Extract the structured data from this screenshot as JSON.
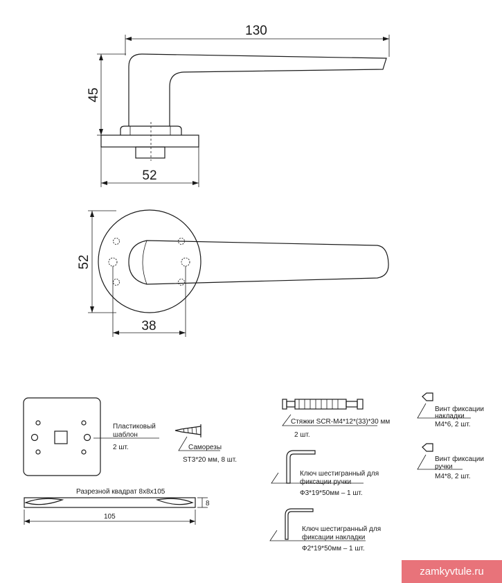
{
  "dimensions": {
    "top_width": "130",
    "top_height": "45",
    "top_base_width": "52",
    "front_height": "52",
    "front_width": "38"
  },
  "parts": {
    "template_title": "Пластиковый",
    "template_title_2": "шаблон",
    "template_qty": "2 шт.",
    "screws_title": "Саморезы",
    "screws_spec": "ST3*20 мм, 8 шт.",
    "square_title": "Разрезной квадрат 8х8х105",
    "square_height": "8",
    "square_length": "105",
    "ties_title": "Стяжки SCR-M4*12*(33)*30 мм",
    "ties_qty": "2 шт.",
    "key_handle_title": "Ключ шестигранный для",
    "key_handle_title_2": "фиксации ручки",
    "key_handle_spec": "Ф3*19*50мм – 1 шт.",
    "key_plate_title": "Ключ шестигранный для",
    "key_plate_title_2": "фиксации накладки",
    "key_plate_spec": "Ф2*19*50мм – 1 шт.",
    "screw_plate_title": "Винт фиксации",
    "screw_plate_title_2": "накладки",
    "screw_plate_spec": "М4*6, 2 шт.",
    "screw_handle_title": "Винт фиксации",
    "screw_handle_title_2": "ручки",
    "screw_handle_spec": "М4*8, 2 шт."
  },
  "watermark": "zamkyvtule.ru"
}
